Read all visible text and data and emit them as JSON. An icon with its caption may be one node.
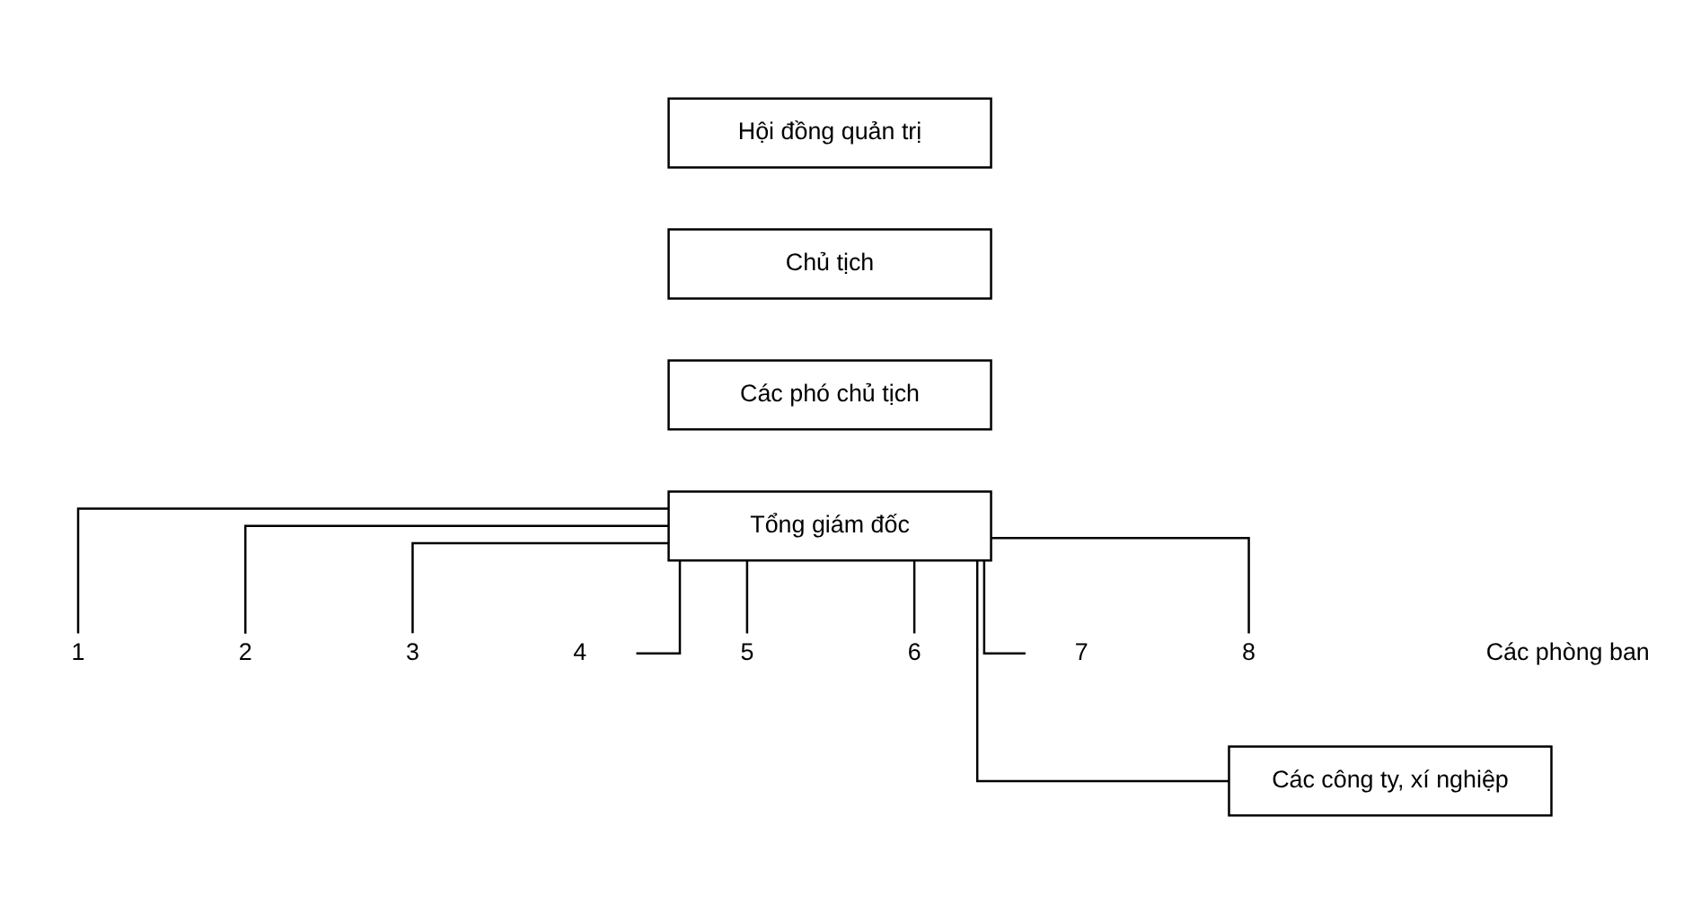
{
  "diagram": {
    "nodes": [
      {
        "text": [
          "Hội đồng quản trị"
        ]
      },
      {
        "text": [
          "Chủ tịch"
        ]
      },
      {
        "text": [
          "Các phó chủ tịch"
        ]
      },
      {
        "text": [
          "Tổng giám đốc"
        ]
      },
      {
        "text": [
          "1"
        ]
      },
      {
        "text": [
          "2"
        ]
      },
      {
        "text": [
          "3"
        ]
      },
      {
        "text": [
          "4"
        ]
      },
      {
        "text": [
          "5"
        ]
      },
      {
        "text": [
          "6"
        ]
      },
      {
        "text": [
          "7"
        ]
      },
      {
        "text": [
          "8"
        ]
      },
      {
        "text": [
          "Các công ty, xí nghiệp"
        ]
      }
    ],
    "edges": [
      {
        "from": 3,
        "to": 4,
        "arrow": "none"
      },
      {
        "from": 3,
        "to": 5,
        "arrow": "none"
      },
      {
        "from": 3,
        "to": 6,
        "arrow": "none"
      },
      {
        "from": 3,
        "to": 7,
        "arrow": "none"
      },
      {
        "from": 3,
        "to": 8,
        "arrow": "none"
      },
      {
        "from": 3,
        "to": 9,
        "arrow": "none"
      },
      {
        "from": 3,
        "to": 10,
        "arrow": "none"
      },
      {
        "from": 3,
        "to": 11,
        "arrow": "none"
      },
      {
        "from": 3,
        "to": 12,
        "arrow": "none"
      }
    ],
    "labels": [
      "Các phòng ban"
    ]
  }
}
